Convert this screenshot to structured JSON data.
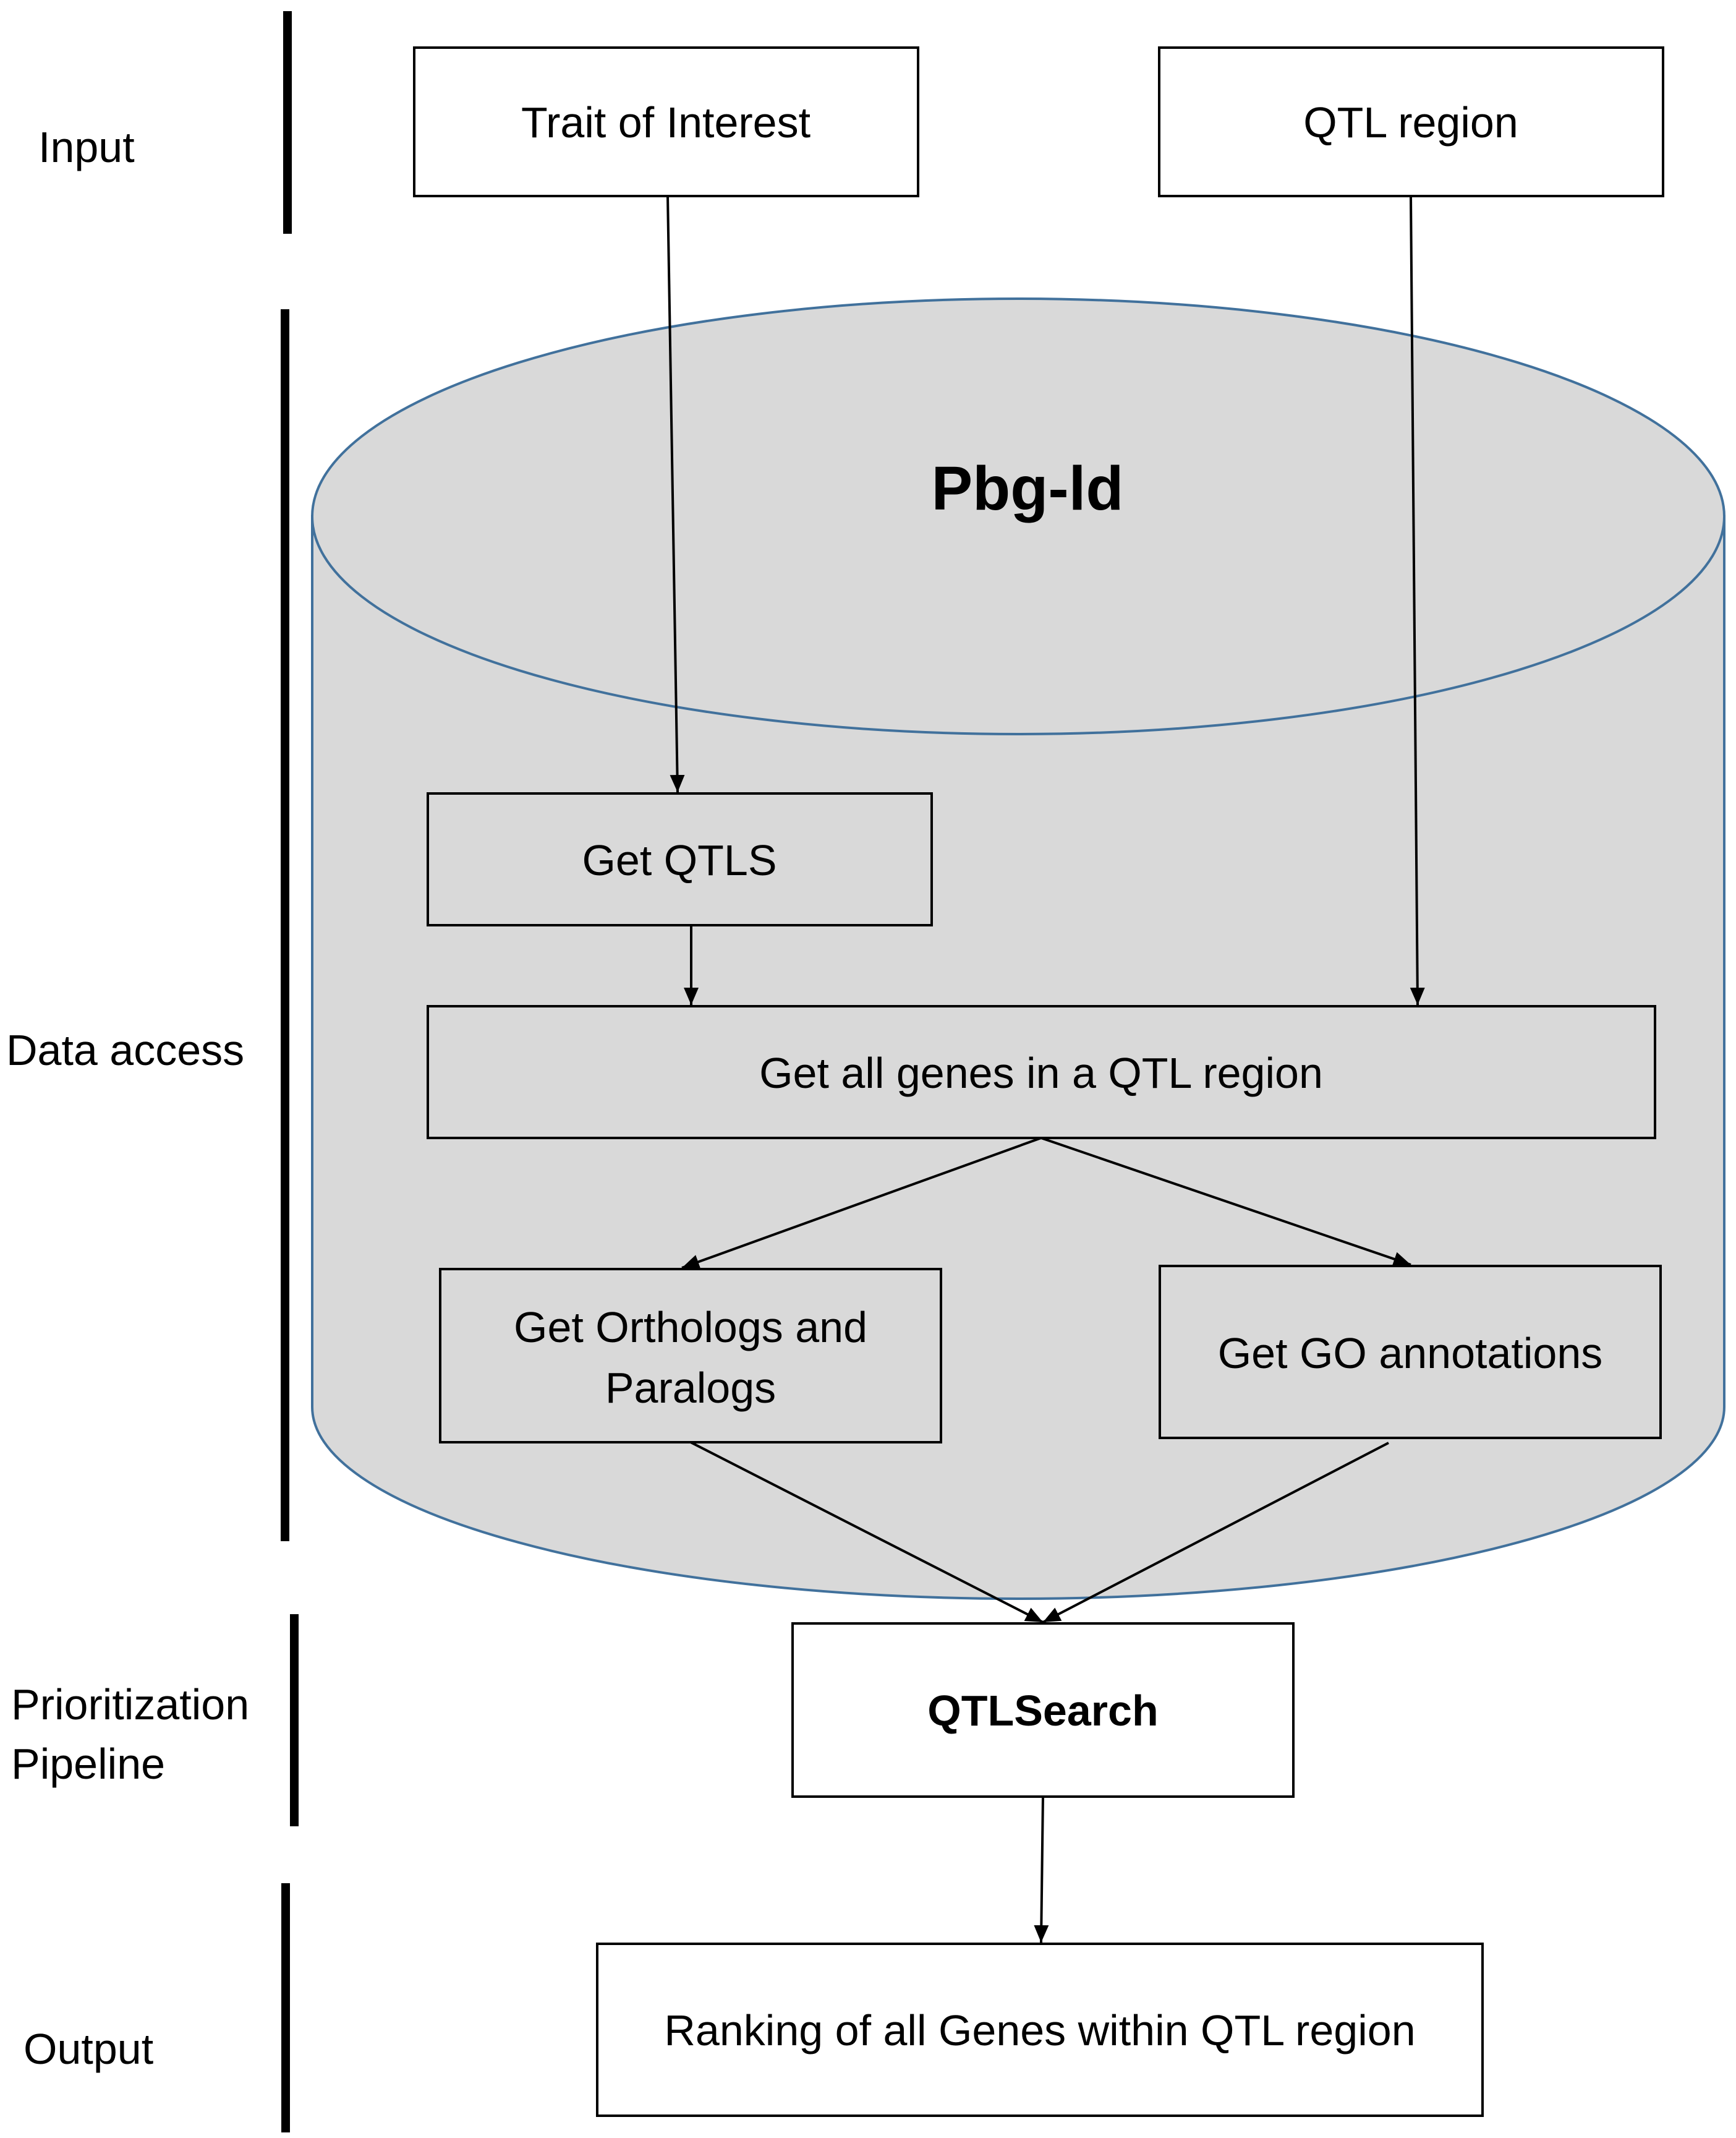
{
  "stages": {
    "input": "Input",
    "data_access": "Data access",
    "prioritization_line1": "Prioritization",
    "prioritization_line2": "Pipeline",
    "output": "Output"
  },
  "database": {
    "title": "Pbg-ld",
    "fill_color": "#d9d9d9",
    "outline_color": "#41719c"
  },
  "boxes": {
    "trait_of_interest": "Trait of Interest",
    "qtl_region": "QTL region",
    "get_qtls": "Get QTLS",
    "get_all_genes": "Get all genes in a QTL region",
    "get_orthologs_line1": "Get Orthologs and",
    "get_orthologs_line2": "Paralogs",
    "get_go_annotations": "Get GO annotations",
    "qtlsearch": "QTLSearch",
    "ranking": "Ranking of all Genes within QTL region"
  },
  "colors": {
    "line": "#000000",
    "box_fill": "#ffffff"
  }
}
